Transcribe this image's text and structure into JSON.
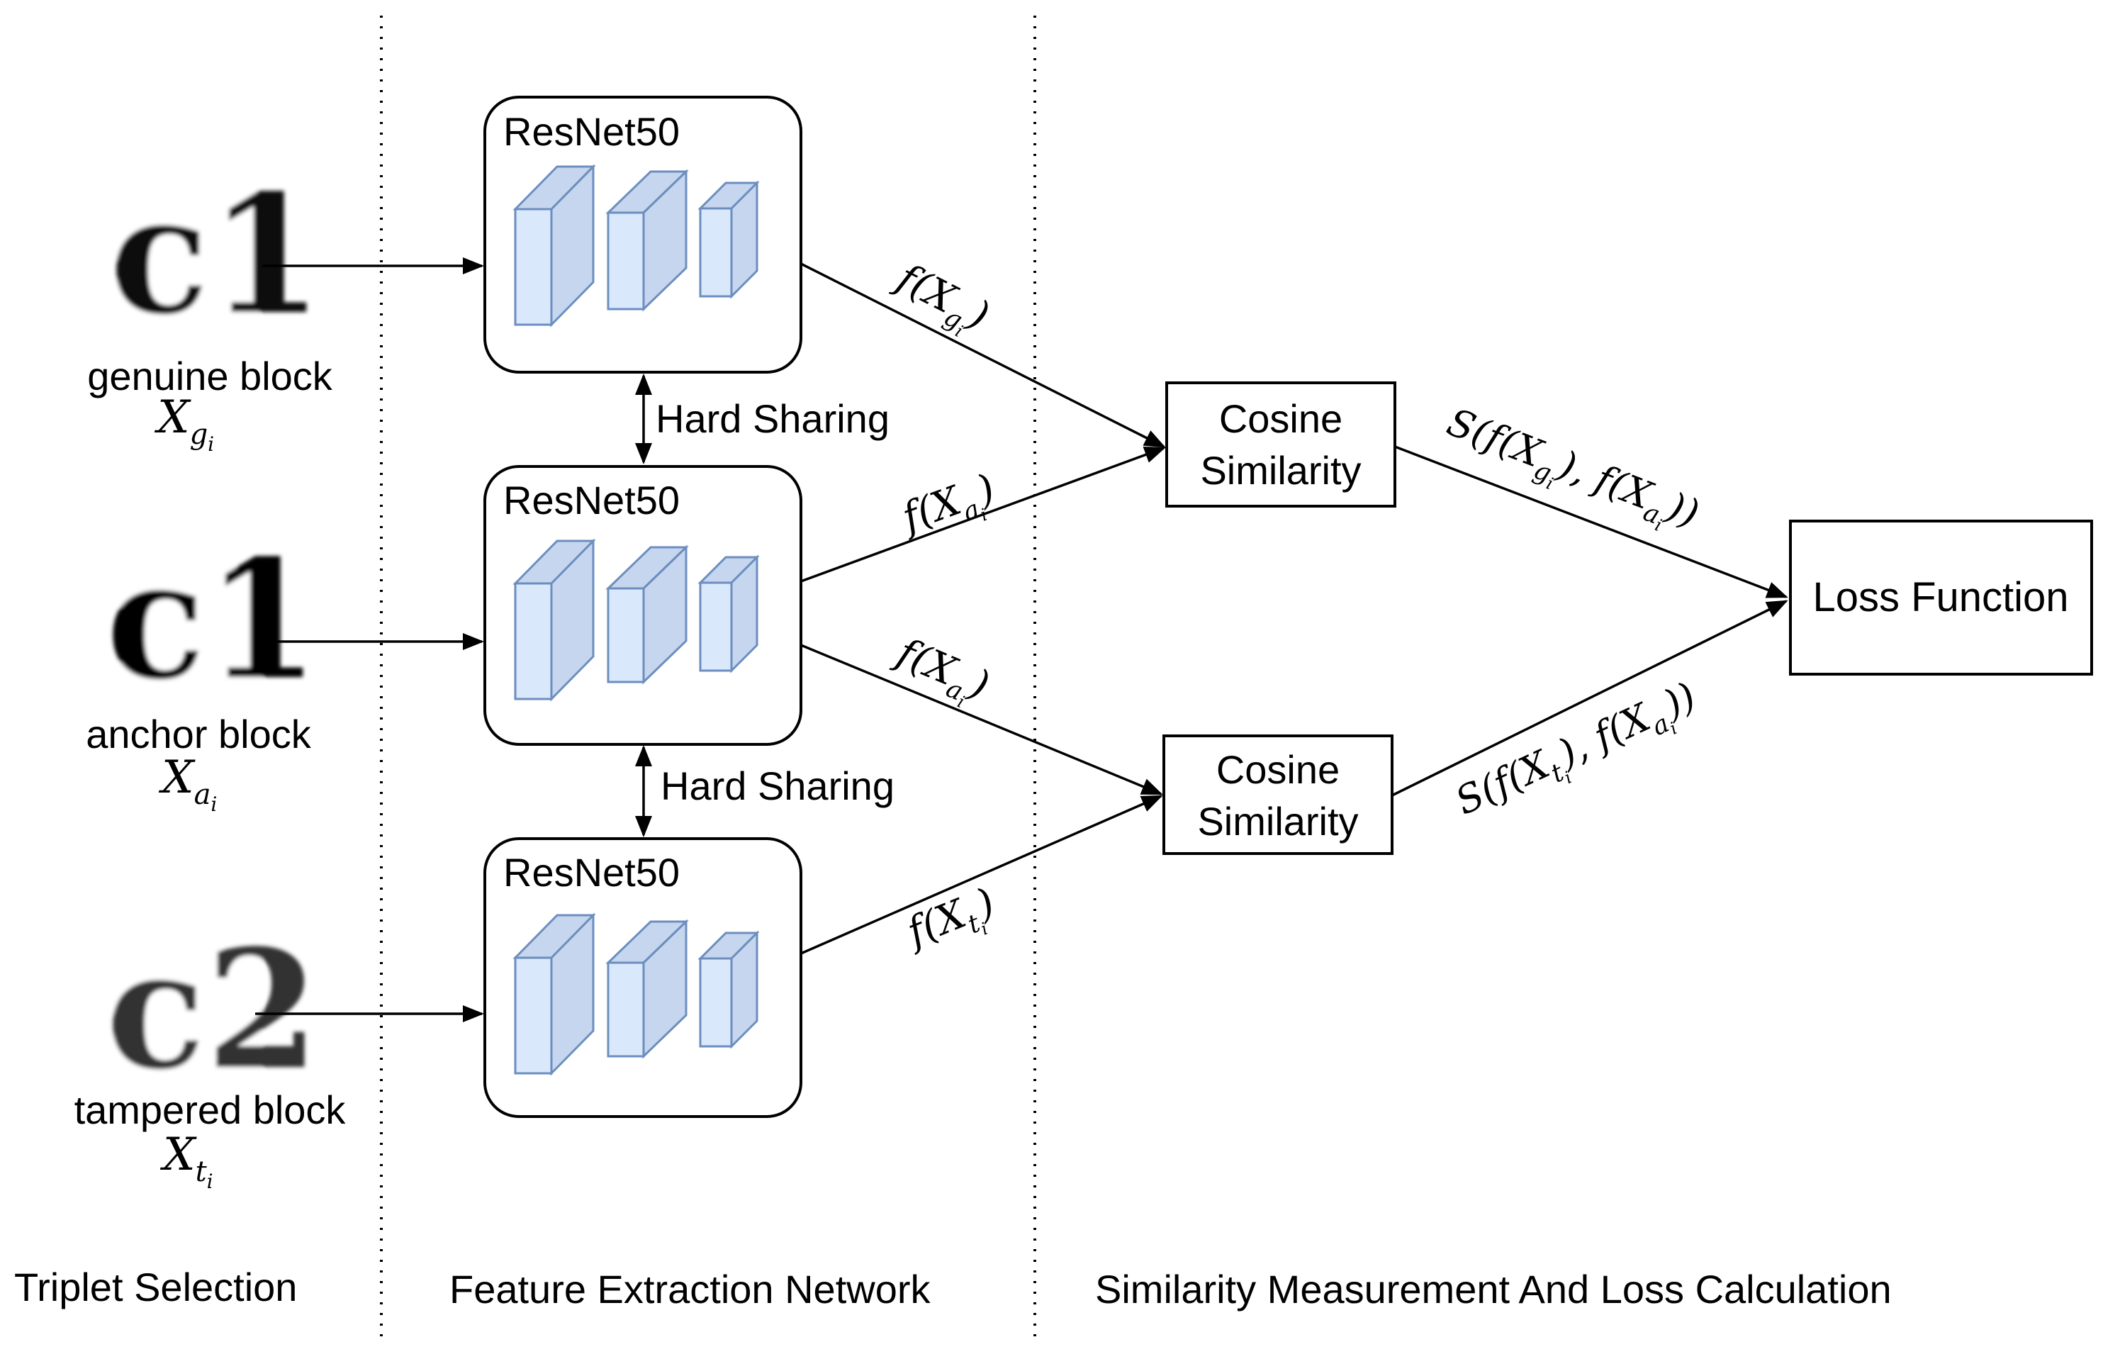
{
  "sections": {
    "triplet_selection": "Triplet Selection",
    "feature_extraction": "Feature Extraction Network",
    "similarity_loss": "Similarity Measurement And Loss Calculation"
  },
  "inputs": [
    {
      "glyph": "c1",
      "label": "genuine block",
      "var": "X",
      "sub": "g",
      "subsub": "i"
    },
    {
      "glyph": "c1",
      "label": "anchor block",
      "var": "X",
      "sub": "a",
      "subsub": "i"
    },
    {
      "glyph": "c2",
      "label": "tampered block",
      "var": "X",
      "sub": "t",
      "subsub": "i"
    }
  ],
  "networks": [
    {
      "title": "ResNet50"
    },
    {
      "title": "ResNet50"
    },
    {
      "title": "ResNet50"
    }
  ],
  "sharing": [
    {
      "label": "Hard Sharing"
    },
    {
      "label": "Hard Sharing"
    }
  ],
  "features": [
    {
      "prefix": "f(X",
      "sub": "g",
      "subsub": "i",
      "suffix": ")"
    },
    {
      "prefix": "f(X",
      "sub": "a",
      "subsub": "i",
      "suffix": ")"
    },
    {
      "prefix": "f(X",
      "sub": "a",
      "subsub": "i",
      "suffix": ")"
    },
    {
      "prefix": "f(X",
      "sub": "t",
      "subsub": "i",
      "suffix": ")"
    }
  ],
  "cosine_boxes": [
    {
      "line1": "Cosine",
      "line2": "Similarity"
    },
    {
      "line1": "Cosine",
      "line2": "Similarity"
    }
  ],
  "similarity_labels": [
    {
      "p1": "S(f(X",
      "s1": "g",
      "ss1": "i",
      "p2": "), f(X",
      "s2": "a",
      "ss2": "i",
      "p3": "))"
    },
    {
      "p1": "S(f(X",
      "s1": "t",
      "ss1": "i",
      "p2": "), f(X",
      "s2": "a",
      "ss2": "i",
      "p3": "))"
    }
  ],
  "loss": {
    "label": "Loss Function"
  },
  "colors": {
    "block_front": "#dae8fc",
    "block_side": "#c6d6ee",
    "block_stroke": "#6c8ebf",
    "line": "#000000"
  }
}
